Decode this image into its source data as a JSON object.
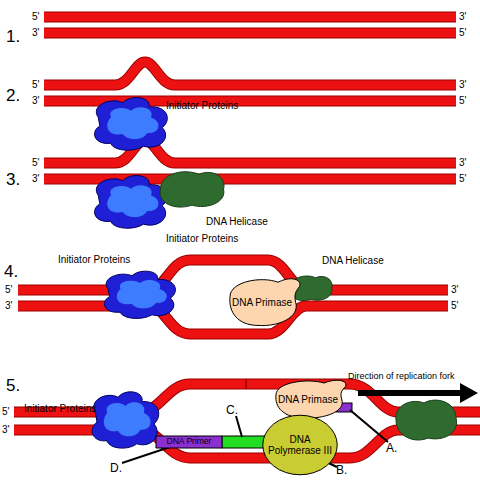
{
  "diagram": {
    "nodes": [
      {
        "text": [
          "Initiator Proteins"
        ]
      },
      {
        "text": [
          "DNA Helicase"
        ]
      },
      {
        "text": [
          "Initiator Proteins"
        ]
      },
      {
        "text": [
          "Initiator Proteins"
        ]
      },
      {
        "text": [
          "DNA Helicase"
        ]
      },
      {
        "text": [
          "DNA Primase"
        ]
      },
      {
        "text": [
          "DNA Primase"
        ]
      },
      {
        "text": [
          "Initiator Proteins"
        ]
      },
      {
        "text": [
          "DNA Primer"
        ]
      },
      {
        "text": [
          "DNA Polymerase III"
        ]
      }
    ],
    "labels": [
      "5'",
      "3'",
      "3'",
      "5'",
      "1.",
      "5'",
      "3'",
      "3'",
      "5'",
      "2.",
      "5'",
      "3'",
      "3'",
      "5'",
      "3.",
      "4.",
      "5'",
      "3'",
      "3'",
      "5'",
      "Direction of replication fork",
      "5.",
      "5'",
      "C.",
      "3'",
      "A.",
      "D.",
      "B."
    ]
  }
}
